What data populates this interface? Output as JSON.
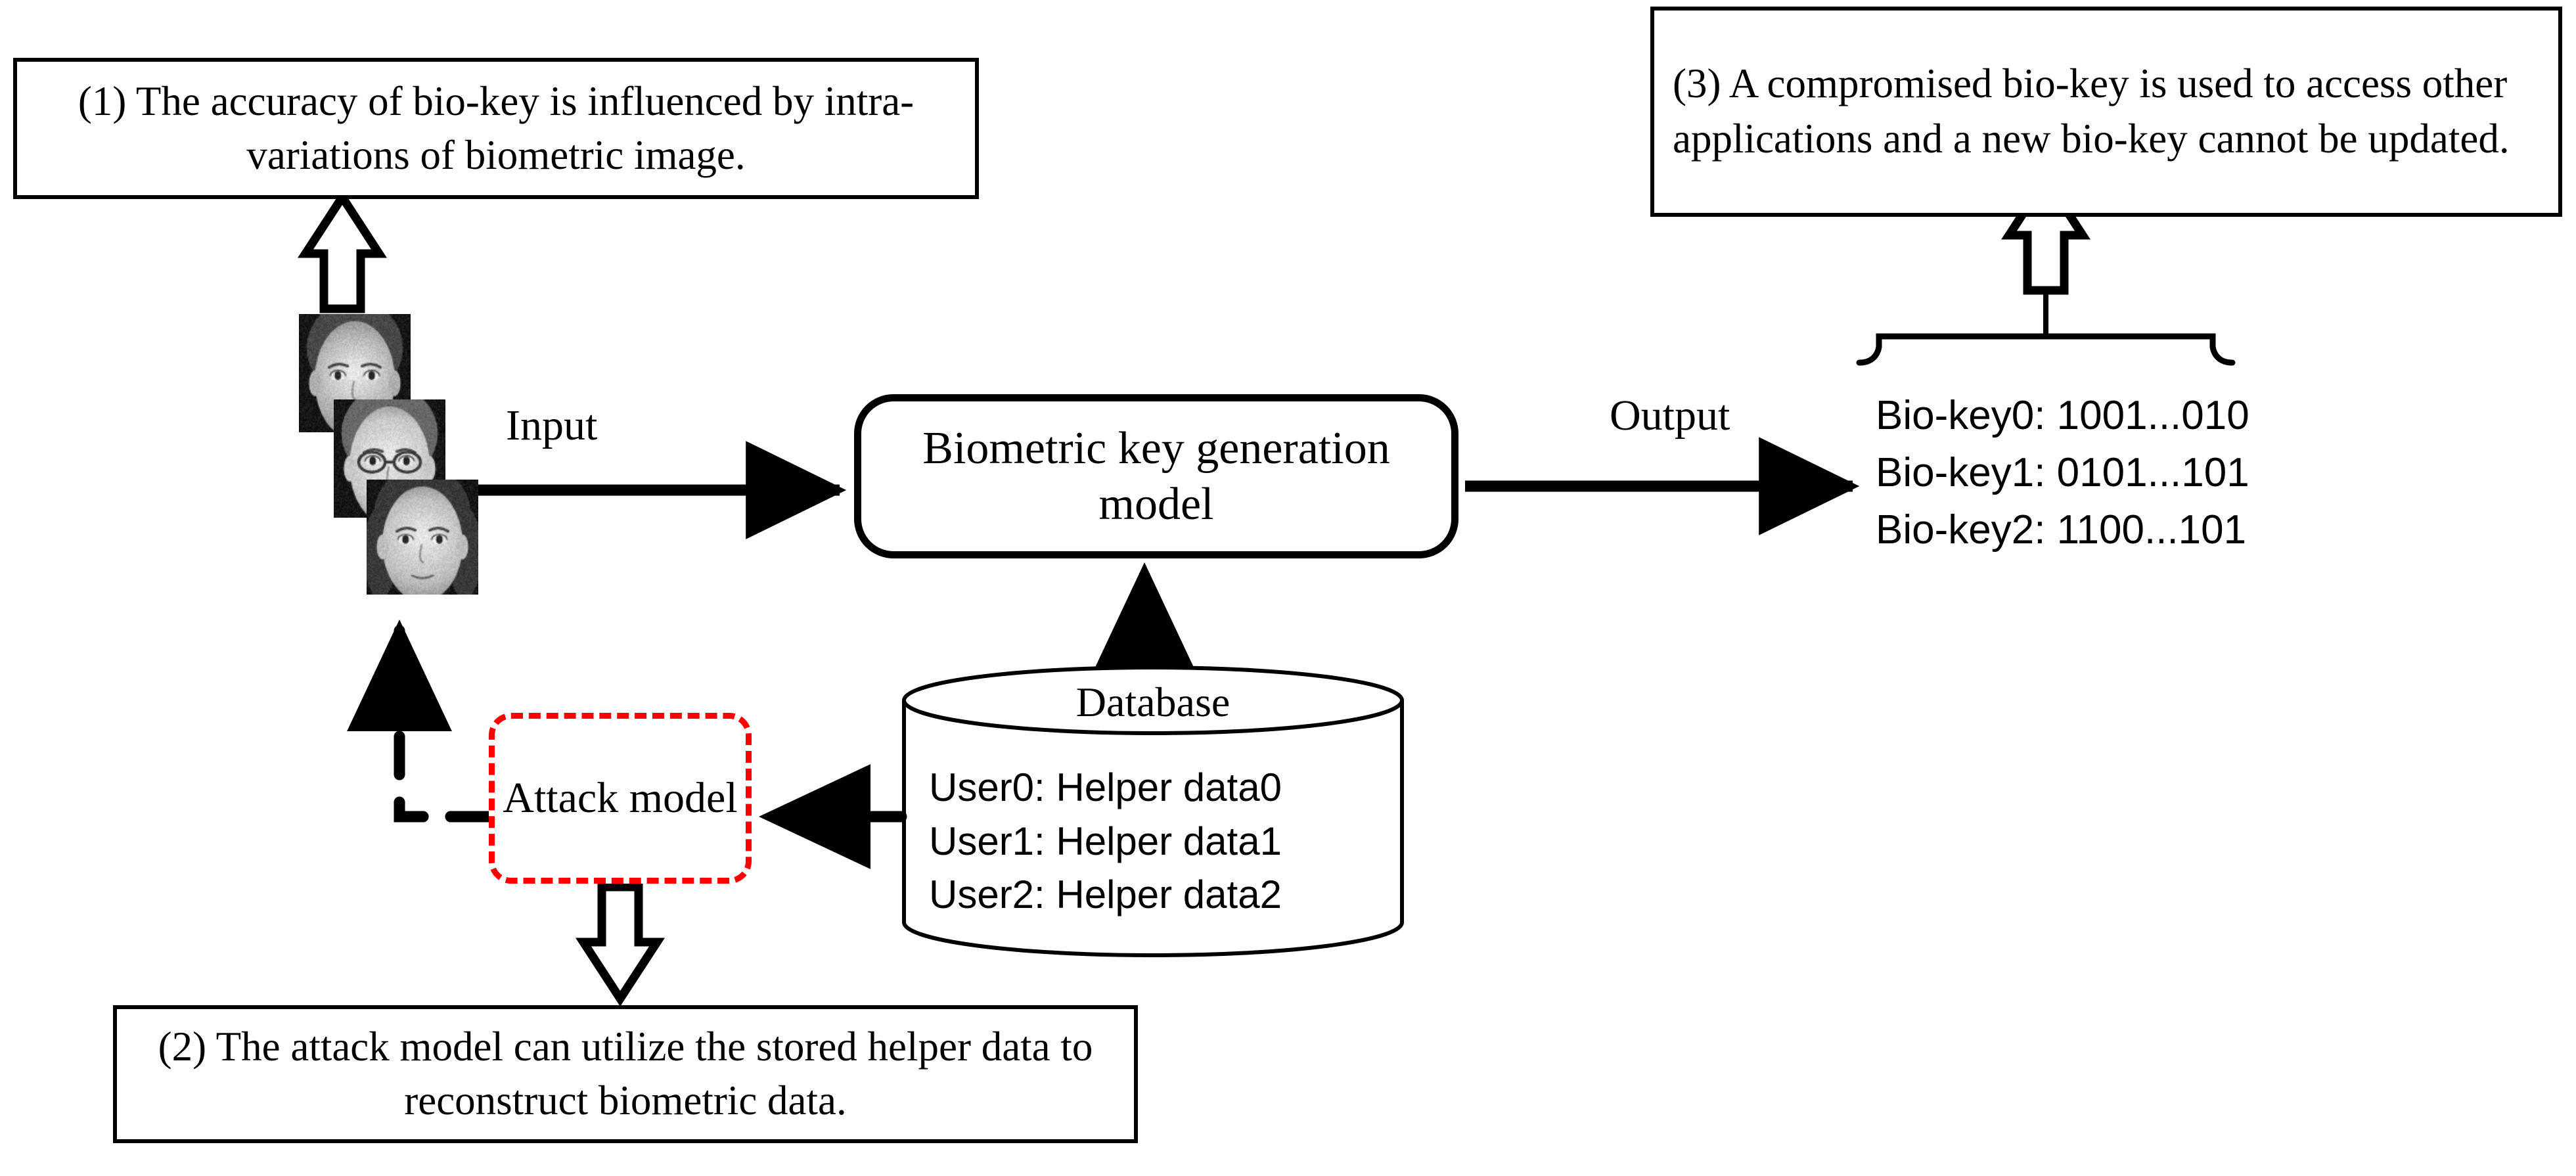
{
  "notes": {
    "note1": "(1) The accuracy of bio-key is influenced by intra-variations of biometric image.",
    "note2": "(2) The attack model can utilize the stored helper data to reconstruct biometric data.",
    "note3": "(3) A compromised bio-key is used to access other applications and  a new bio-key cannot be updated."
  },
  "model": {
    "title": "Biometric key generation model"
  },
  "attack": {
    "title": "Attack model",
    "border_color": "#FF0000"
  },
  "database": {
    "label": "Database",
    "rows": [
      "User0: Helper data0",
      "User1: Helper data1",
      "User2: Helper data2"
    ]
  },
  "keys": {
    "items": [
      "Bio-key0: 1001...010",
      "Bio-key1: 0101...101",
      "Bio-key2: 1100...101"
    ]
  },
  "edges": {
    "input_label": "Input",
    "output_label": "Output"
  },
  "faces": {
    "count": 3,
    "description": "grayscale face photographs"
  },
  "colors": {
    "stroke": "#000000",
    "accent_red": "#FF0000",
    "background": "#FFFFFF"
  }
}
